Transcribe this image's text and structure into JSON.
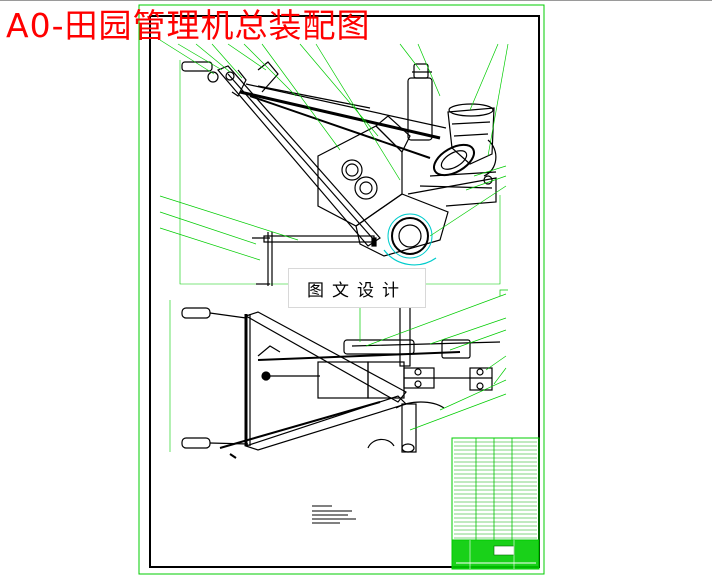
{
  "title": "A0-田园管理机总装配图",
  "watermark": "图文设计",
  "colors": {
    "title": "#ff0000",
    "drawing_lines": "#000000",
    "leader_lines": "#00cc00",
    "sheet_frame": "#00cc00",
    "highlight_part": "#00cccc",
    "background": "#ffffff"
  },
  "views": [
    "side-view",
    "top-view"
  ],
  "title_block": "parts-list-and-title-block"
}
